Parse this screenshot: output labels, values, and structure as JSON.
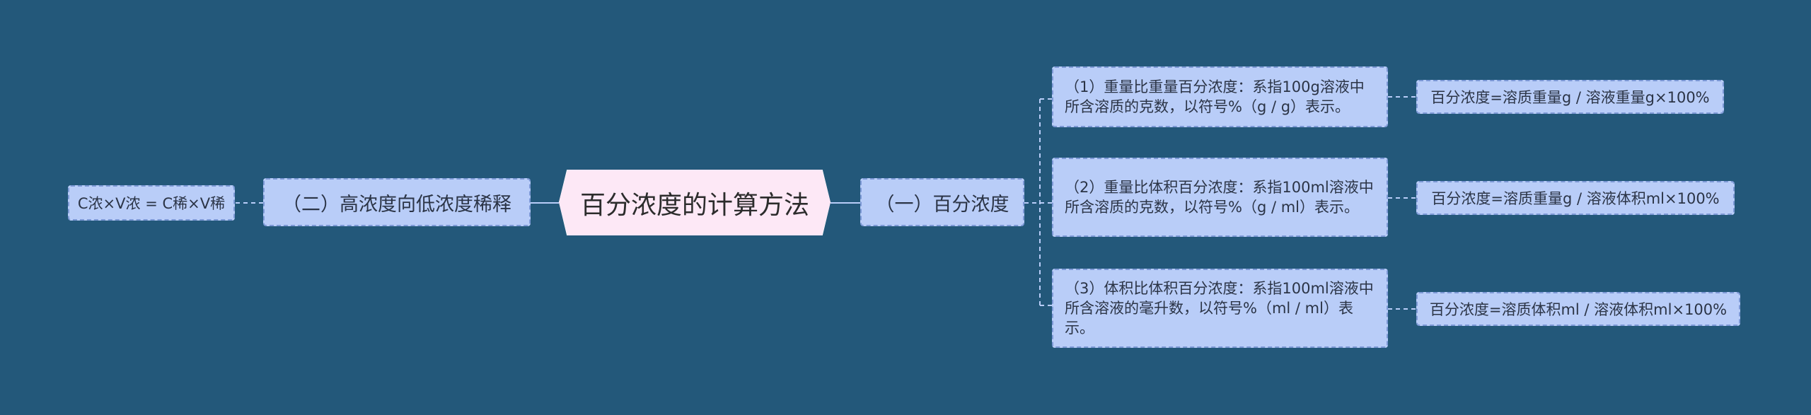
{
  "mindmap": {
    "root": {
      "label": "百分浓度的计算方法"
    },
    "right_branch": {
      "label": "（一）百分浓度",
      "children": [
        {
          "text": "（1）重量比重量百分浓度：系指100g溶液中所含溶质的克数，以符号%（g / g）表示。",
          "formula": "百分浓度=溶质重量g / 溶液重量g×100%"
        },
        {
          "text": "（2）重量比体积百分浓度：系指100ml溶液中所含溶质的克数，以符号%（g / ml）表示。",
          "formula": "百分浓度=溶质重量g / 溶液体积ml×100%"
        },
        {
          "text": "（3）体积比体积百分浓度：系指100ml溶液中所含溶液的毫升数，以符号%（ml / ml）表示。",
          "formula": "百分浓度=溶质体积ml / 溶液体积ml×100%"
        }
      ]
    },
    "left_branch": {
      "label": "（二）高浓度向低浓度稀释",
      "child": {
        "formula": "C浓×V浓 = C稀×V稀"
      }
    }
  },
  "colors": {
    "background": "#23587a",
    "node_fill": "#b9cdf8",
    "node_border": "#7d99d6",
    "root_fill": "#fde8f6",
    "connector": "#b9cdf8"
  }
}
